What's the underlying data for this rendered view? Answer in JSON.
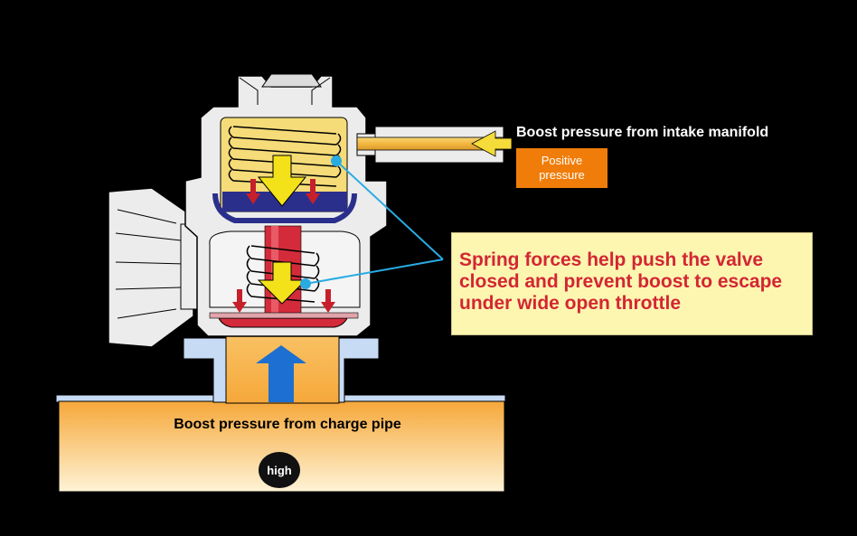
{
  "labels": {
    "intake": "Boost pressure from intake manifold",
    "positive_line1": "Positive",
    "positive_line2": "pressure",
    "callout_line1": "Spring forces help push the valve",
    "callout_line2": "closed and prevent boost to escape",
    "callout_line3": "under wide open throttle",
    "charge_pipe": "Boost pressure from charge pipe",
    "high": "high"
  },
  "colors": {
    "background": "#000000",
    "callout_fill": "#fdf6b0",
    "callout_text": "#d32634",
    "positive_box": "#f07d0a",
    "boost_gradient_top": "#f6a83a",
    "boost_gradient_bottom": "#fef3d6",
    "valve_body": "#ececec",
    "spring_chamber": "#f5dc78",
    "piston_rod": "#d42b3a",
    "diaphragm": "#2b2f8c",
    "spring_arrow": "#f3e219",
    "force_arrow": "#c8202a",
    "flow_arrow": "#1d6fd1",
    "leader_line": "#29abe2",
    "manifold_flange": "#c7dbf4"
  }
}
